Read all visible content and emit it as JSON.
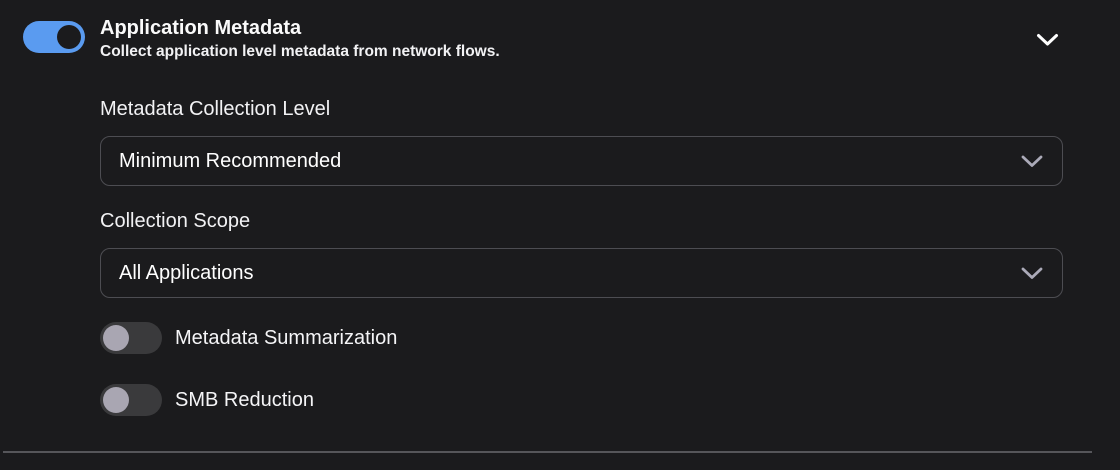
{
  "header": {
    "title": "Application Metadata",
    "subtitle": "Collect application level metadata from network flows.",
    "toggle": {
      "name": "Application Metadata",
      "state": "on"
    }
  },
  "fields": {
    "collection_level": {
      "label": "Metadata Collection Level",
      "value": "Minimum Recommended"
    },
    "collection_scope": {
      "label": "Collection Scope",
      "value": "All Applications"
    }
  },
  "toggles": {
    "metadata_summarization": {
      "label": "Metadata Summarization",
      "state": "off"
    },
    "smb_reduction": {
      "label": "SMB Reduction",
      "state": "off"
    }
  },
  "icons": {
    "header_collapse": "chevron-down-icon",
    "select_indicator": "chevron-down-icon"
  },
  "colors": {
    "background": "#1b1b1d",
    "accent_blue": "#5a9bf0",
    "toggle_off_track": "#3a3a3c",
    "toggle_off_knob": "#a9a6b2",
    "select_border": "#4d4d52",
    "select_chevron": "#abaab8",
    "divider": "#56565a",
    "text": "#f5f5f7"
  }
}
